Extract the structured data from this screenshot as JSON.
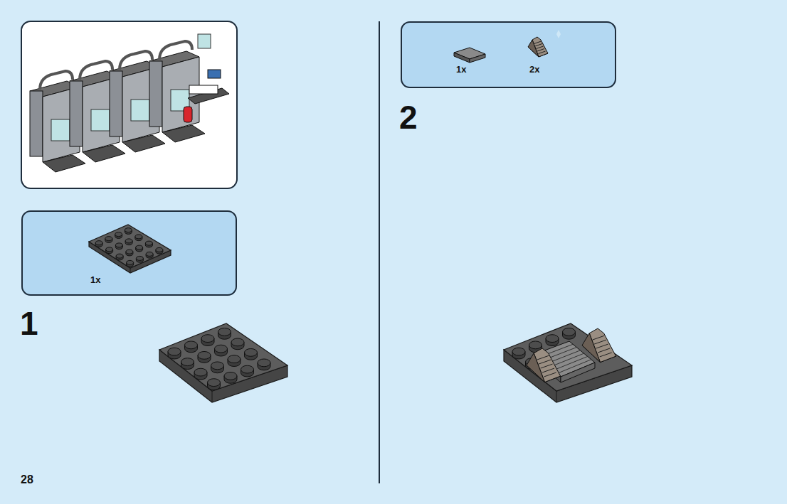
{
  "diagram": {
    "nodes": [
      {
        "text": [
          "1x"
        ]
      },
      {
        "text": [
          "1x",
          "2x"
        ]
      }
    ],
    "labels": [
      "1",
      "28",
      "2"
    ]
  }
}
